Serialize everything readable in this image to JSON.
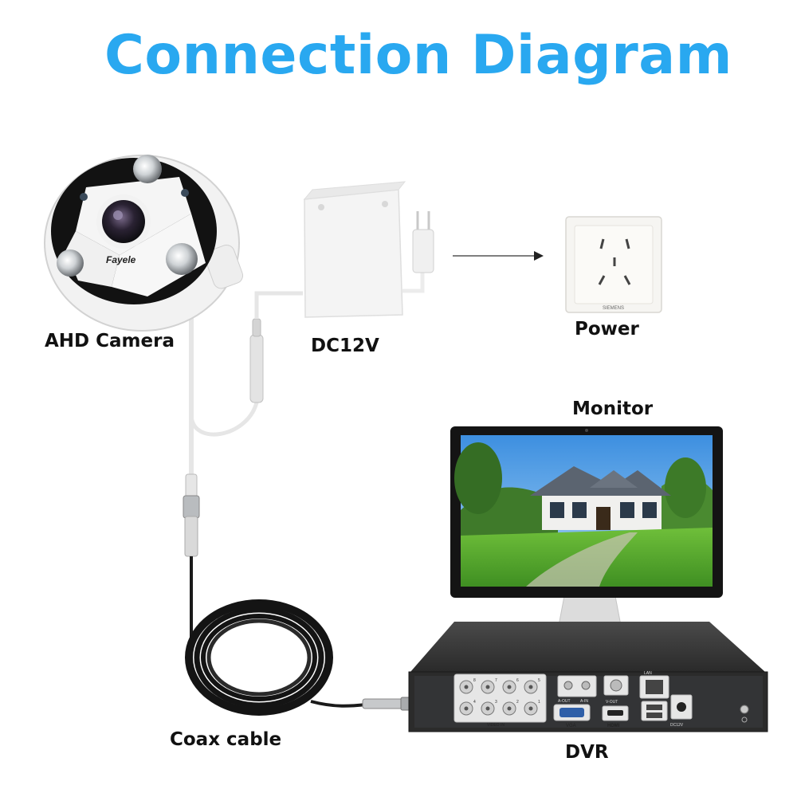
{
  "title": "Connection Diagram",
  "labels": {
    "camera": "AHD Camera",
    "adapter": "DC12V",
    "power": "Power",
    "monitor": "Monitor",
    "cable": "Coax cable",
    "dvr": "DVR"
  },
  "camera": {
    "brand": "Fayele"
  },
  "outlet": {
    "brand": "SIEMENS"
  },
  "dvr_panel": {
    "video_in": "VIDEO IN",
    "audio_out": "A-OUT",
    "audio_in": "A-IN",
    "vga": "VGA",
    "hdmi": "HDMI",
    "v_out": "V-OUT",
    "lan": "LAN",
    "dc": "DC12V",
    "channels": [
      "1",
      "2",
      "3",
      "4",
      "5",
      "6",
      "7",
      "8"
    ]
  },
  "colors": {
    "title": "#29a8f0",
    "label": "#111111",
    "dvr_body": "#2b2b2b",
    "cable": "#1a1a1a"
  }
}
